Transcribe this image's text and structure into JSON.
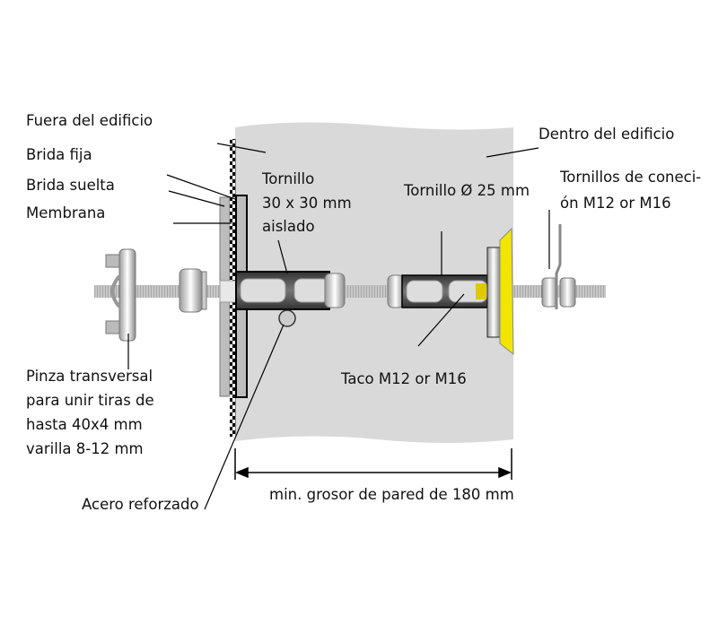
{
  "labels": {
    "outside": "Fuera del edificio",
    "fixed_flange": "Brida fija",
    "loose_flange": "Brida suelta",
    "membrane": "Membrana",
    "screw_line1": "Tornillo",
    "screw_line2": "30 x 30 mm",
    "screw_line3": "aislado",
    "inside": "Dentro del edificio",
    "bolt_diameter": "Tornillo Ø 25 mm",
    "connection_line1": "Tornillos de coneci-",
    "connection_line2": "ón M12 or M16",
    "anchor": "Taco M12 or M16",
    "clamp_line1": "Pinza transversal",
    "clamp_line2": "para unir tiras de",
    "clamp_line3": "hasta 40x4 mm",
    "clamp_line4": "varilla 8-12 mm",
    "rebar": "Acero reforzado",
    "wall_thickness": "min. grosor de pared de 180 mm"
  },
  "colors": {
    "wall": "#d9d9d9",
    "sealing_ring": "#f2e600",
    "sleeve": "#4a4a4a"
  }
}
